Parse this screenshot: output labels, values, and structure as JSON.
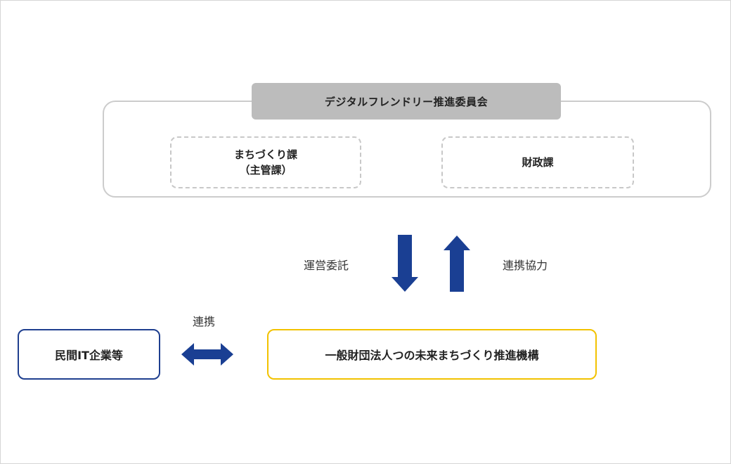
{
  "committee": {
    "title": "デジタルフレンドリー推進委員会",
    "departments": {
      "main_line1": "まちづくり課",
      "main_line2": "（主管課）",
      "finance": "財政課"
    }
  },
  "relations": {
    "outsource_label": "運営委託",
    "cooperate_label": "連携協力",
    "partner_label": "連携"
  },
  "organizations": {
    "private_it": "民間IT企業等",
    "foundation": "一般財団法人つの未来まちづくり推進機構"
  },
  "colors": {
    "arrow": "#1a3f93",
    "private_border": "#1f3f8f",
    "foundation_border": "#f2c200",
    "committee_header": "#bcbcbc",
    "group_border": "#cccccc"
  }
}
